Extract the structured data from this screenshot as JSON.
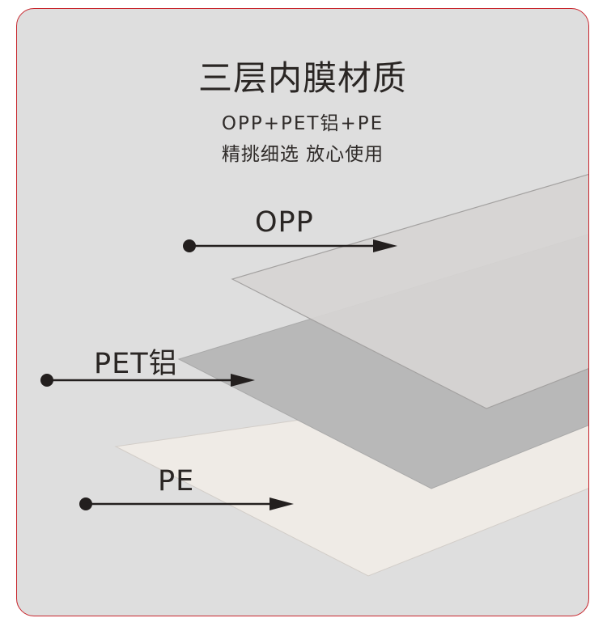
{
  "heading": {
    "title": "三层内膜材质",
    "materials_line": "OPP+PET铝+PE",
    "slogan": "精挑细选 放心使用"
  },
  "layers": [
    {
      "label": "OPP",
      "color": "#d6d4d3"
    },
    {
      "label": "PET铝",
      "color": "#b8b8b8"
    },
    {
      "label": "PE",
      "color": "#efebe6"
    }
  ],
  "colors": {
    "background": "#dedede",
    "border": "#c8252c",
    "text": "#2a2624",
    "arrow": "#231f1e"
  }
}
